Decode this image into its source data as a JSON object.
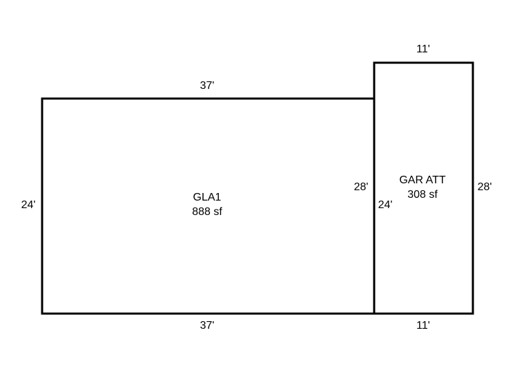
{
  "colors": {
    "background": "#ffffff",
    "wall": "#000000",
    "text": "#000000"
  },
  "gla": {
    "name": "GLA1",
    "area": "888 sf",
    "top_dim": "37'",
    "bottom_dim": "37'",
    "left_dim": "24'",
    "right_dim": "28'"
  },
  "garage": {
    "name": "GAR ATT",
    "area": "308 sf",
    "top_dim": "11'",
    "bottom_dim": "11'",
    "left_dim": "24'",
    "right_dim": "28'"
  }
}
